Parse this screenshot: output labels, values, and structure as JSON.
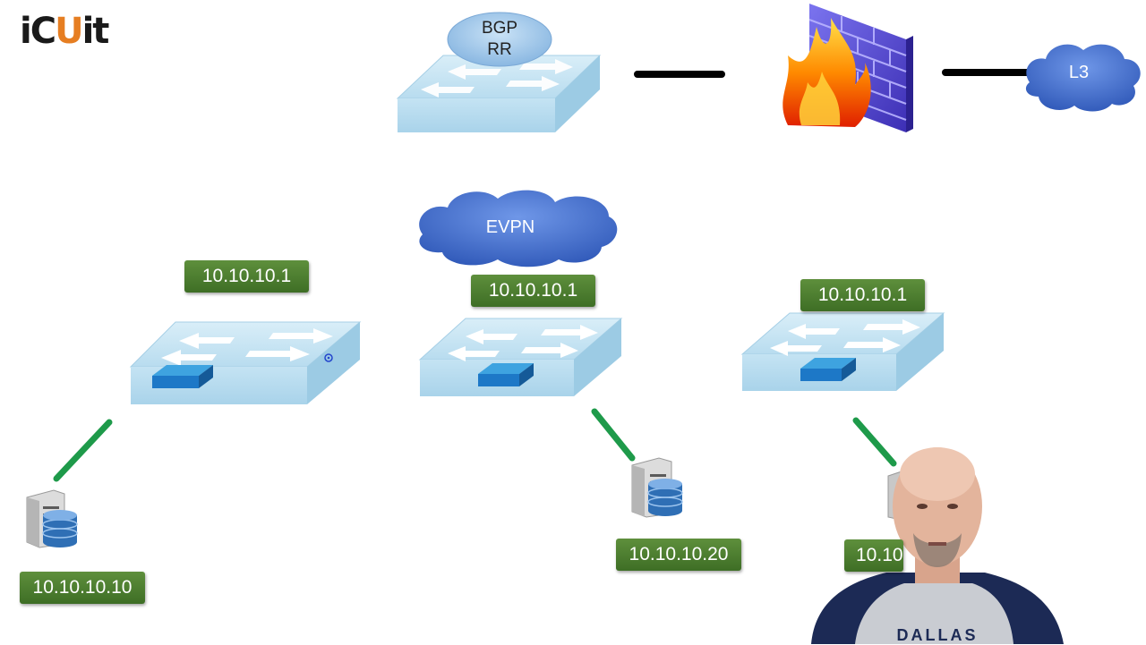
{
  "logo": {
    "text_a": "iC",
    "text_b": "U",
    "text_c": "it"
  },
  "rr_switch": {
    "line1": "BGP",
    "line2": "RR"
  },
  "l3_cloud": {
    "label": "L3"
  },
  "evpn_cloud": {
    "label": "EVPN"
  },
  "leaf_switches": [
    {
      "gateway_ip": "10.10.10.1"
    },
    {
      "gateway_ip": "10.10.10.1"
    },
    {
      "gateway_ip": "10.10.10.1"
    }
  ],
  "hosts": [
    {
      "ip": "10.10.10.10"
    },
    {
      "ip": "10.10.10.20"
    },
    {
      "ip": "10.10"
    }
  ],
  "presenter": {
    "shirt_text": "DALLAS"
  },
  "colors": {
    "ip_label": "#4f7f31",
    "link_green": "#1e9a4a",
    "link_black": "#000000",
    "cloud_blue": "#3f6fd0",
    "switch_face": "#bfe1f2",
    "firewall_brick": "#5a4fd8",
    "fire": "#ff7a00"
  }
}
